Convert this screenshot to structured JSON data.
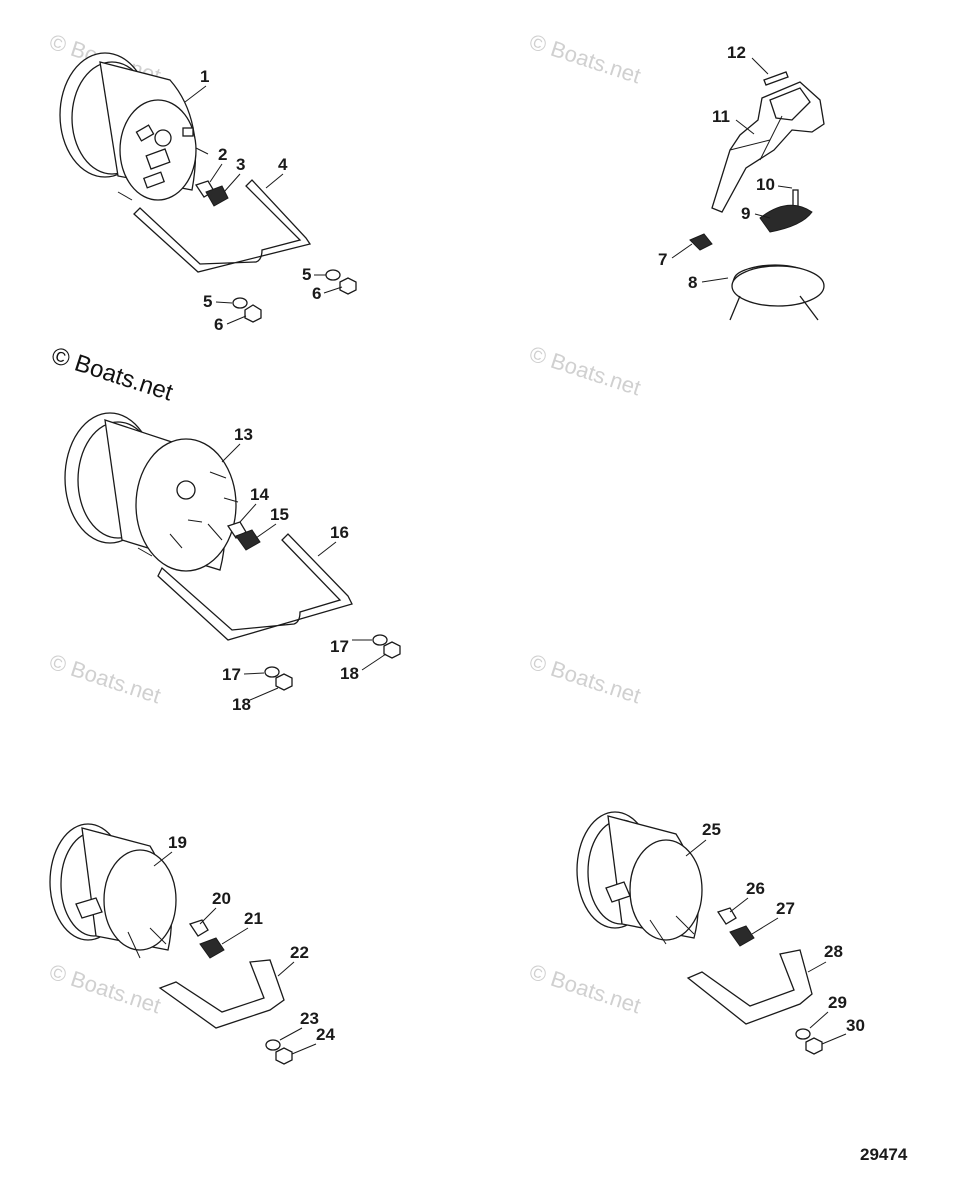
{
  "drawing_number": "29474",
  "watermark": "© Boats.net",
  "callouts": {
    "c1": "1",
    "c2": "2",
    "c3": "3",
    "c4": "4",
    "c5a": "5",
    "c5b": "5",
    "c6a": "6",
    "c6b": "6",
    "c7": "7",
    "c8": "8",
    "c9": "9",
    "c10": "10",
    "c11": "11",
    "c12": "12",
    "c13": "13",
    "c14": "14",
    "c15": "15",
    "c16": "16",
    "c17a": "17",
    "c17b": "17",
    "c18a": "18",
    "c18b": "18",
    "c19": "19",
    "c20": "20",
    "c21": "21",
    "c22": "22",
    "c23": "23",
    "c24": "24",
    "c25": "25",
    "c26": "26",
    "c27": "27",
    "c28": "28",
    "c29": "29",
    "c30": "30"
  }
}
